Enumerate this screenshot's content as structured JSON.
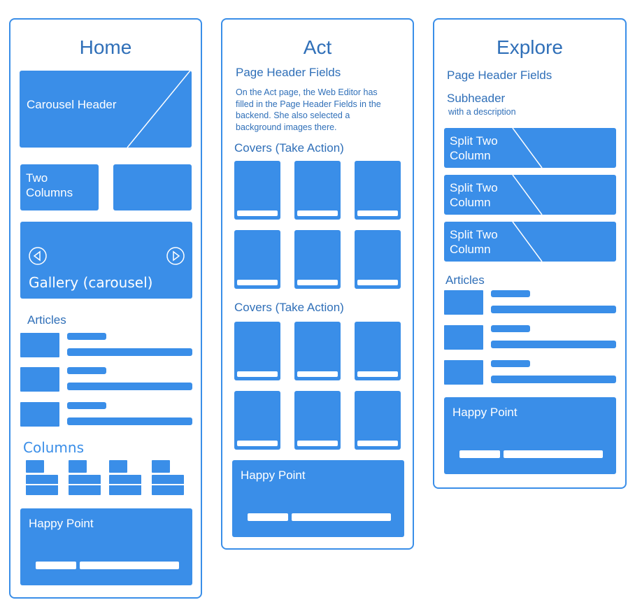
{
  "home": {
    "title": "Home",
    "carousel_header": "Carousel Header",
    "two_columns": "Two\nColumns",
    "gallery": "Gallery (carousel)",
    "articles": "Articles",
    "columns": "Columns",
    "happy_point": "Happy Point"
  },
  "act": {
    "title": "Act",
    "page_header_fields": "Page Header Fields",
    "description": "On the Act page, the Web Editor has filled in the Page Header Fields in the backend. She also selected a background images there.",
    "covers_1": "Covers (Take Action)",
    "covers_2": "Covers (Take Action)",
    "happy_point": "Happy Point"
  },
  "explore": {
    "title": "Explore",
    "page_header_fields": "Page Header Fields",
    "subheader": "Subheader",
    "subheader_desc": "with a description",
    "split_1": "Split Two\nColumn",
    "split_2": "Split Two\nColumn",
    "split_3": "Split Two\nColumn",
    "articles": "Articles",
    "happy_point": "Happy Point"
  }
}
